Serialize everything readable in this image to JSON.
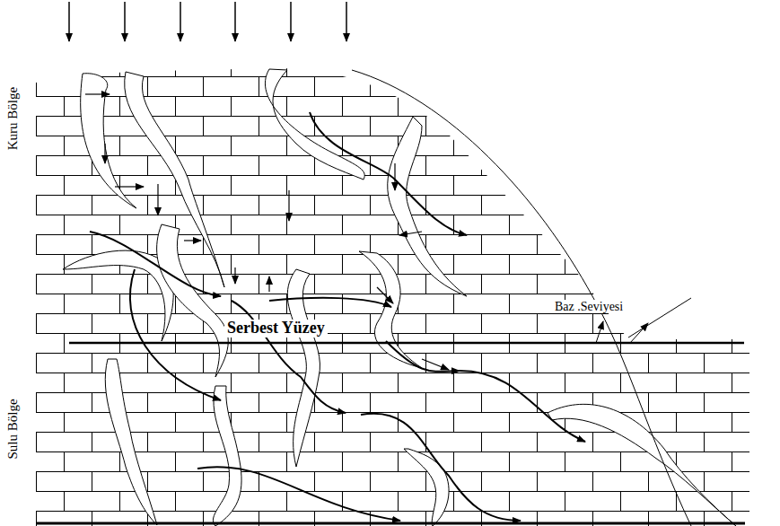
{
  "diagram": {
    "labels": [
      "Kuru Bölge",
      "Serbest Yüzey",
      "Baz .Seviyesi",
      "Sulu Bölge"
    ]
  }
}
